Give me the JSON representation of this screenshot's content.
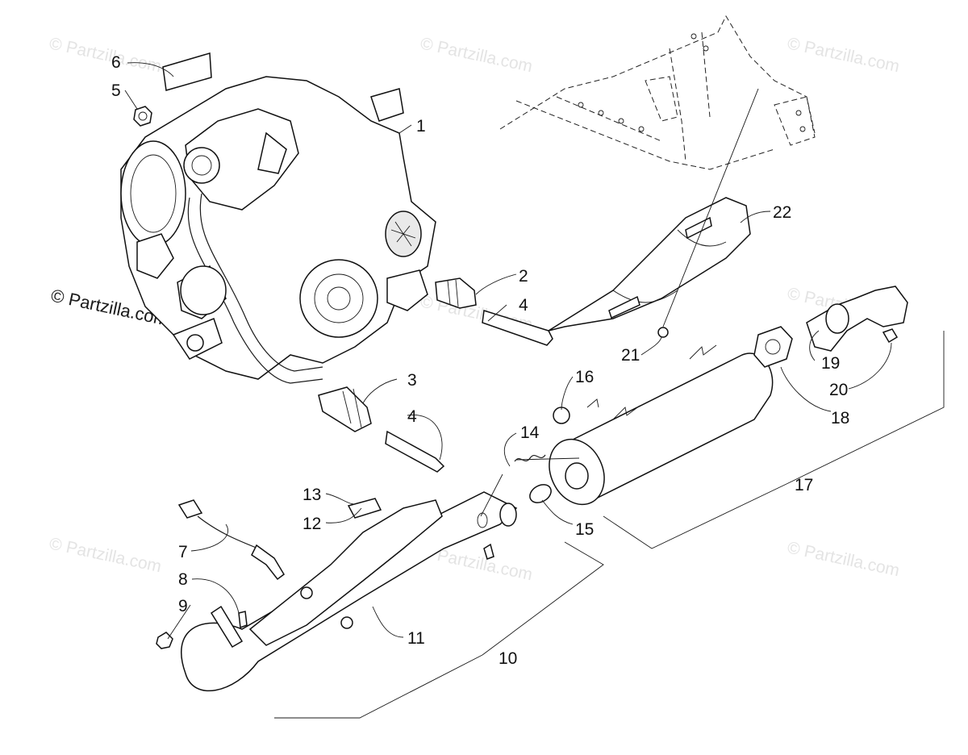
{
  "watermarks": {
    "small": "© Partzilla.com",
    "large": "© Partzilla.com"
  },
  "callouts": {
    "c1": "1",
    "c2": "2",
    "c3": "3",
    "c4a": "4",
    "c4b": "4",
    "c5": "5",
    "c6": "6",
    "c7": "7",
    "c8": "8",
    "c9": "9",
    "c10": "10",
    "c11": "11",
    "c12": "12",
    "c13": "13",
    "c14": "14",
    "c15": "15",
    "c16": "16",
    "c17": "17",
    "c18": "18",
    "c19": "19",
    "c20": "20",
    "c21": "21",
    "c22": "22"
  },
  "colors": {
    "line": "#1a1a1a",
    "watermark": "#e4e4e4",
    "background": "#ffffff"
  }
}
